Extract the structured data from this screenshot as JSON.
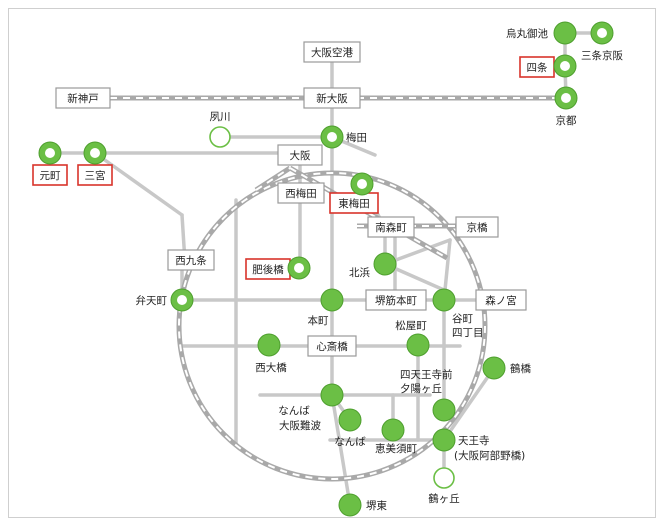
{
  "colors": {
    "green": "#6bbf45",
    "green_dark": "#4e9f2e",
    "line_gray": "#c8c8c8",
    "jr_dark": "#999999",
    "box_border": "#9a9a9a",
    "highlight": "#d8342b"
  },
  "stations": {
    "karasuma_oike": "烏丸御池",
    "sanjo_keihan": "三条京阪",
    "shijo": "四条",
    "kyoto": "京都",
    "osaka_airport": "大阪空港",
    "shin_kobe": "新神戸",
    "shin_osaka": "新大阪",
    "shukugawa": "夙川",
    "umeda": "梅田",
    "motomachi": "元町",
    "sannomiya": "三宮",
    "osaka": "大阪",
    "nishi_umeda": "西梅田",
    "higashi_umeda": "東梅田",
    "minami_morimachi": "南森町",
    "kyobashi": "京橋",
    "nishikujo": "西九条",
    "higobashi": "肥後橋",
    "kitahama": "北浜",
    "bentencho": "弁天町",
    "honmachi": "本町",
    "sakaisuji_honmachi": "堺筋本町",
    "tanimachi": "谷町",
    "yonchome": "四丁目",
    "morinomiya": "森ノ宮",
    "matsuyamachi": "松屋町",
    "nishiohashi": "西大橋",
    "shinsaibashi": "心斎橋",
    "tennoji_mae": "四天王寺前",
    "yuhigaoka": "夕陽ヶ丘",
    "tsuruhashi": "鶴橋",
    "namba_osaka_namba": "なんば",
    "osaka_namba": "大阪難波",
    "namba": "なんば",
    "ebisucho": "恵美須町",
    "tennoji": "天王寺",
    "abeno": "(大阪阿部野橋)",
    "tsurugaoka": "鶴ヶ丘",
    "sakaihigashi": "堺東"
  }
}
